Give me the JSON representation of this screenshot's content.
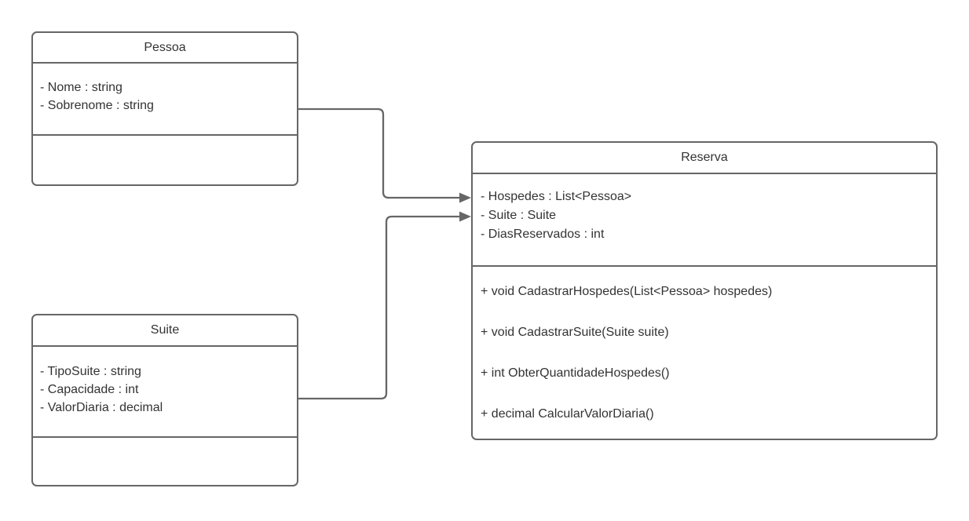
{
  "colors": {
    "canvas-bg": "#ffffff",
    "box-bg": "#ffffff",
    "stroke": "#666666",
    "text": "#333333"
  },
  "diagram": {
    "type": "uml-class-diagram",
    "classes": [
      {
        "name": "Pessoa",
        "attributes": [
          "- Nome : string",
          "- Sobrenome : string"
        ],
        "methods": []
      },
      {
        "name": "Suite",
        "attributes": [
          "- TipoSuite : string",
          "- Capacidade : int",
          "- ValorDiaria : decimal"
        ],
        "methods": []
      },
      {
        "name": "Reserva",
        "attributes": [
          "- Hospedes : List<Pessoa>",
          "- Suite : Suite",
          "- DiasReservados : int"
        ],
        "methods": [
          "+ void CadastrarHospedes(List<Pessoa> hospedes)",
          "+ void CadastrarSuite(Suite suite)",
          "+ int ObterQuantidadeHospedes()",
          "+ decimal CalcularValorDiaria()"
        ]
      }
    ],
    "connectors": [
      {
        "from": "Pessoa",
        "to": "Reserva",
        "type": "directed-association",
        "arrowhead": "filled-triangle"
      },
      {
        "from": "Suite",
        "to": "Reserva",
        "type": "directed-association",
        "arrowhead": "filled-triangle"
      }
    ]
  }
}
